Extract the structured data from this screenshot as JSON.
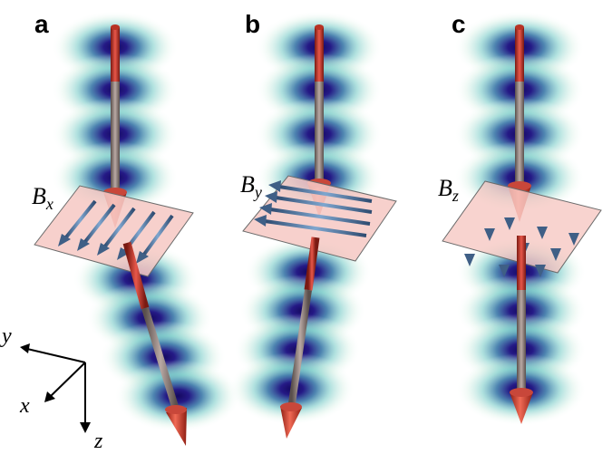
{
  "panels": [
    {
      "letter": "a",
      "field_symbol": "B",
      "field_subscript": "x"
    },
    {
      "letter": "b",
      "field_symbol": "B",
      "field_subscript": "y"
    },
    {
      "letter": "c",
      "field_symbol": "B",
      "field_subscript": "z"
    }
  ],
  "axes": {
    "y_label": "y",
    "x_label": "x",
    "z_label": "z"
  },
  "colors": {
    "spin_arrow": "#c0392b",
    "field_arrow": "#3f5f86",
    "plane_fill": "#f6c9c5",
    "density_core": "#1b0f6e",
    "density_halo": "#6fc8c4"
  }
}
